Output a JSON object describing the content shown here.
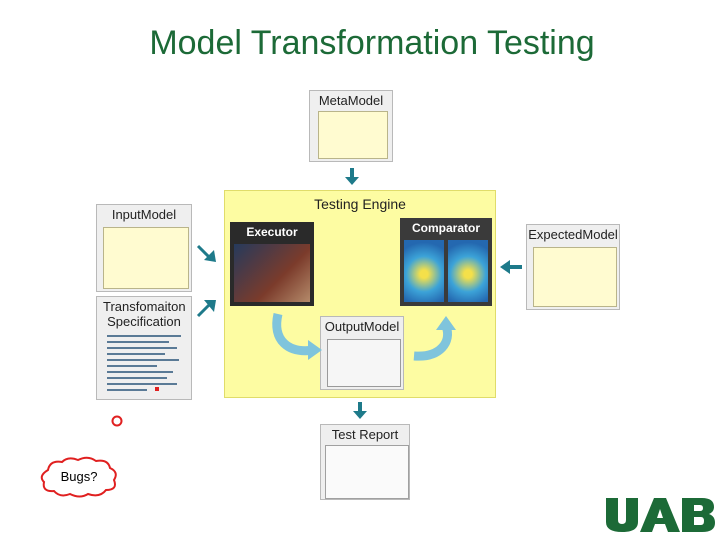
{
  "slide": {
    "title": "Model Transformation Testing",
    "bubble_text": "Bugs?"
  },
  "boxes": {
    "meta_model": "MetaModel",
    "testing_engine": "Testing Engine",
    "input_model": "InputModel",
    "transformation_spec": "Transfomaiton Specification",
    "expected_model": "ExpectedModel",
    "executor": "Executor",
    "comparator": "Comparator",
    "output_model": "OutputModel",
    "test_report": "Test Report"
  },
  "logo": {
    "text": "UAB",
    "color": "#1c6a37"
  },
  "colors": {
    "title": "#1c6a37",
    "arrow": "#1e7a8a",
    "engine": "#fdfca2",
    "flow_arrow": "#7fc4dc"
  }
}
